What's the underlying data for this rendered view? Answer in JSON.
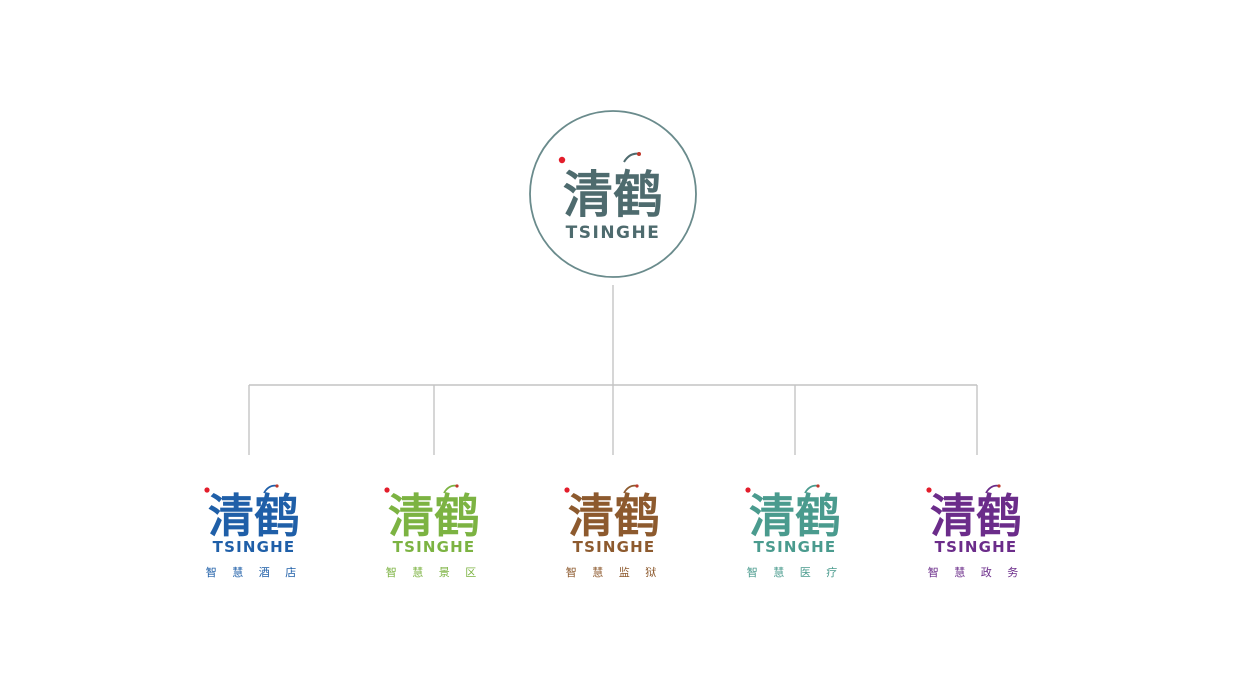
{
  "root": {
    "brand_cn": "清鹤",
    "brand_en": "TSINGHE",
    "color": "#4e6b6e",
    "dot_color": "#e31d2b",
    "crest_color": "#c0392b",
    "border_color": "#6a8b8c"
  },
  "branches": [
    {
      "brand_cn": "清鹤",
      "brand_en": "TSINGHE",
      "sub": "智 慧 酒 店",
      "color": "#1f5fa8"
    },
    {
      "brand_cn": "清鹤",
      "brand_en": "TSINGHE",
      "sub": "智 慧 景 区",
      "color": "#7cb342"
    },
    {
      "brand_cn": "清鹤",
      "brand_en": "TSINGHE",
      "sub": "智 慧 监 狱",
      "color": "#8d5a2e"
    },
    {
      "brand_cn": "清鹤",
      "brand_en": "TSINGHE",
      "sub": "智 慧 医 疗",
      "color": "#4a9b8e"
    },
    {
      "brand_cn": "清鹤",
      "brand_en": "TSINGHE",
      "sub": "智 慧 政 务",
      "color": "#6b2c8a"
    }
  ],
  "colors": {
    "connector": "#c4c4c4",
    "dot": "#e31d2b"
  }
}
